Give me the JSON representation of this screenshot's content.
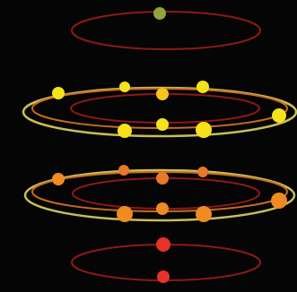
{
  "colors": {
    "background": "#050505",
    "ring_dark": "#8b1a16",
    "ring_orange": "#c96b1e",
    "ring_yellow": "#c9bd56",
    "dot_green": "#8ea63b",
    "dot_yellow": "#f5e21a",
    "dot_orange": "#f08a22",
    "dot_red": "#e8322a"
  },
  "layers": [
    {
      "name": "top-layer",
      "dot_color": "dot_green"
    },
    {
      "name": "upper-middle-layer",
      "dot_color": "dot_yellow"
    },
    {
      "name": "lower-middle-layer",
      "dot_color": "dot_orange"
    },
    {
      "name": "bottom-layer",
      "dot_color": "dot_red"
    }
  ]
}
